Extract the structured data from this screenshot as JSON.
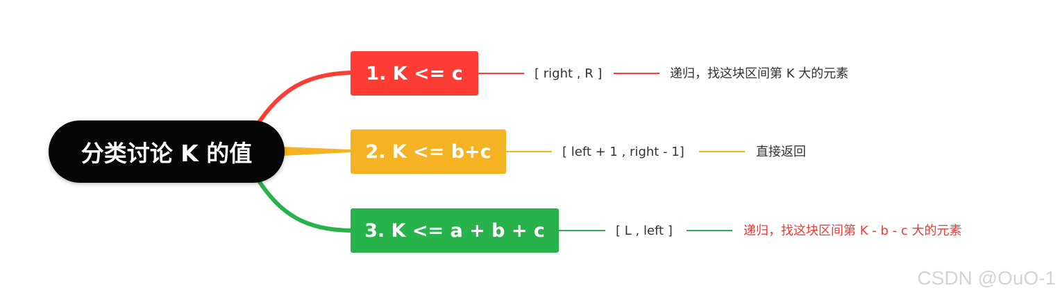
{
  "colors": {
    "root_bg": "#050505",
    "branch1": "#fd3d34",
    "branch2": "#f5b223",
    "branch3": "#28b24b",
    "text_default": "#333333",
    "text_highlight": "#ee3b33",
    "watermark": "#d4d4d4"
  },
  "mindmap": {
    "root": "分类讨论 K 的值",
    "branches": [
      {
        "label": "1. K <= c",
        "range": "[ right , R ]",
        "action": "递归，找这块区间第 K 大的元素"
      },
      {
        "label": "2. K <= b+c",
        "range": "[ left + 1 , right - 1]",
        "action": "直接返回"
      },
      {
        "label": "3. K <= a + b + c",
        "range": "[ L , left ]",
        "action": "递归，找这块区间第 K - b - c 大的元素"
      }
    ]
  },
  "watermark": "CSDN @OuO-1"
}
